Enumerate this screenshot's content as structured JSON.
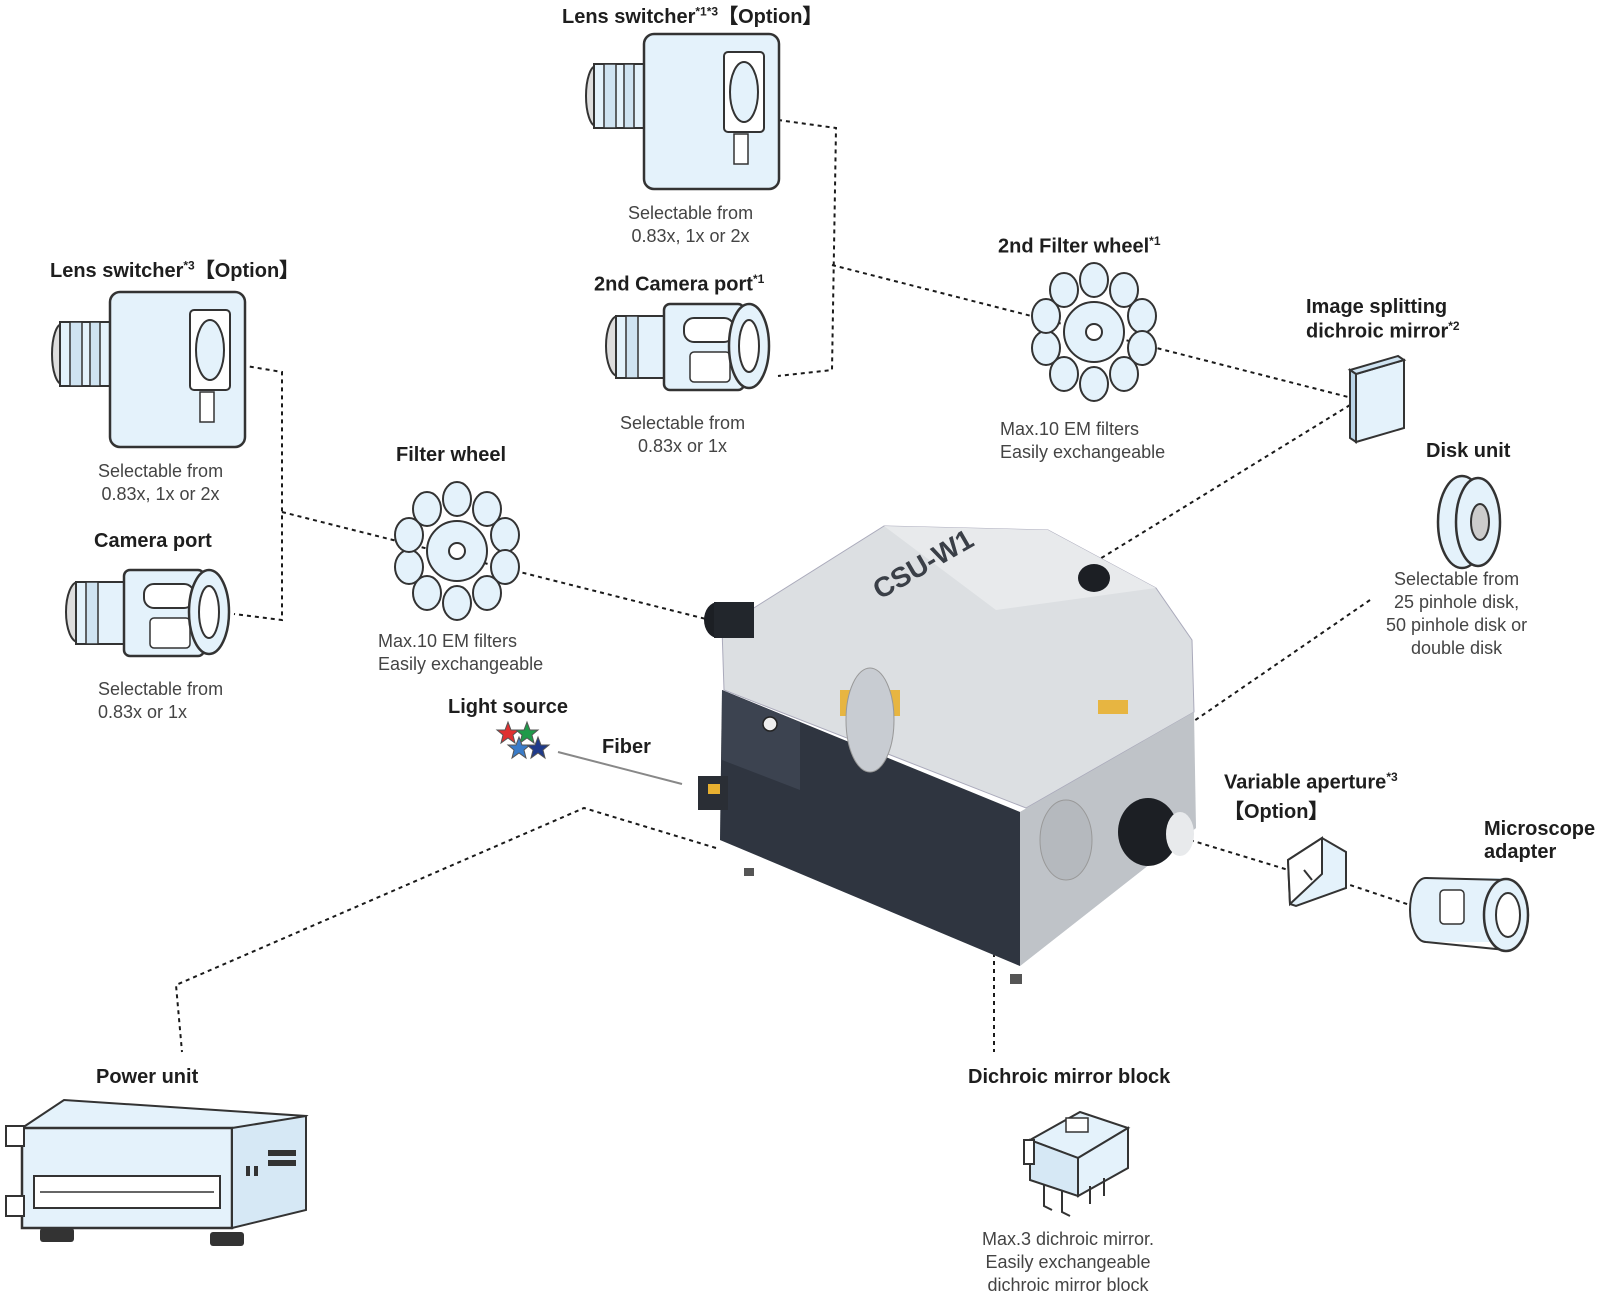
{
  "components": {
    "lens_switcher_top": {
      "title": "Lens switcher",
      "sup": "*1*3",
      "suffix": "【Option】",
      "desc1": "Selectable from",
      "desc2": "0.83x, 1x or 2x"
    },
    "camera_port_2nd": {
      "title": "2nd Camera port",
      "sup": "*1",
      "desc1": "Selectable from",
      "desc2": "0.83x or 1x"
    },
    "filter_wheel_2nd": {
      "title": "2nd Filter wheel",
      "sup": "*1",
      "desc1": "Max.10 EM filters",
      "desc2": "Easily exchangeable"
    },
    "image_splitting": {
      "title1": "Image splitting",
      "title2": "dichroic mirror",
      "sup": "*2"
    },
    "lens_switcher_left": {
      "title": "Lens switcher",
      "sup": "*3",
      "suffix": "【Option】",
      "desc1": "Selectable from",
      "desc2": "0.83x, 1x or 2x"
    },
    "filter_wheel": {
      "title": "Filter wheel",
      "desc1": "Max.10 EM filters",
      "desc2": "Easily exchangeable"
    },
    "camera_port": {
      "title": "Camera port",
      "desc1": "Selectable from",
      "desc2": "0.83x or 1x"
    },
    "disk_unit": {
      "title": "Disk unit",
      "desc1": "Selectable from",
      "desc2": "25 pinhole disk,",
      "desc3": "50 pinhole disk or",
      "desc4": "double disk"
    },
    "light_source": {
      "title": "Light source"
    },
    "fiber": {
      "title": "Fiber"
    },
    "variable_aperture": {
      "title": "Variable aperture",
      "sup": "*3",
      "title2": "【Option】"
    },
    "microscope_adapter": {
      "title1": "Microscope",
      "title2": "adapter"
    },
    "power_unit": {
      "title": "Power unit"
    },
    "dichroic_block": {
      "title": "Dichroic mirror block",
      "desc1": "Max.3 dichroic mirror.",
      "desc2": "Easily exchangeable",
      "desc3": "dichroic mirror block"
    }
  },
  "colors": {
    "part_fill": "#e4f2fb",
    "outline": "#333333",
    "body_dark": "#2f3540",
    "body_light": "#d9dcdf",
    "star_red": "#e03030",
    "star_green": "#1f9a4a",
    "star_blue": "#3a7cc9",
    "star_navy": "#1f3a8a"
  }
}
